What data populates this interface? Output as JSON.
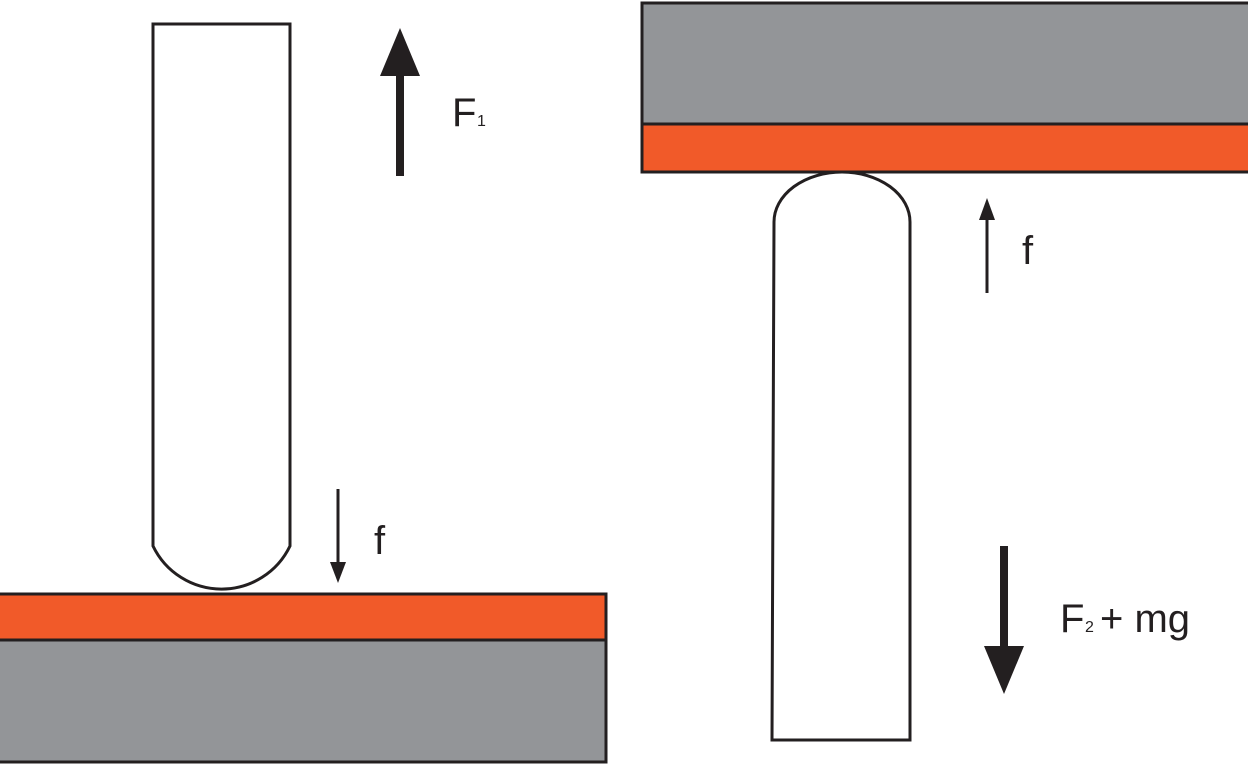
{
  "colors": {
    "substrate": "#939598",
    "coating": "#f15a29",
    "outline": "#231f20",
    "rod_fill": "#ffffff"
  },
  "left_panel": {
    "force_top": {
      "symbol": "F",
      "subscript": "1",
      "direction": "up"
    },
    "force_contact": {
      "symbol": "f",
      "direction": "down"
    }
  },
  "right_panel": {
    "force_contact": {
      "symbol": "f",
      "direction": "up"
    },
    "force_bottom": {
      "symbol": "F",
      "subscript": "2",
      "suffix": "+ mg",
      "direction": "down"
    }
  }
}
